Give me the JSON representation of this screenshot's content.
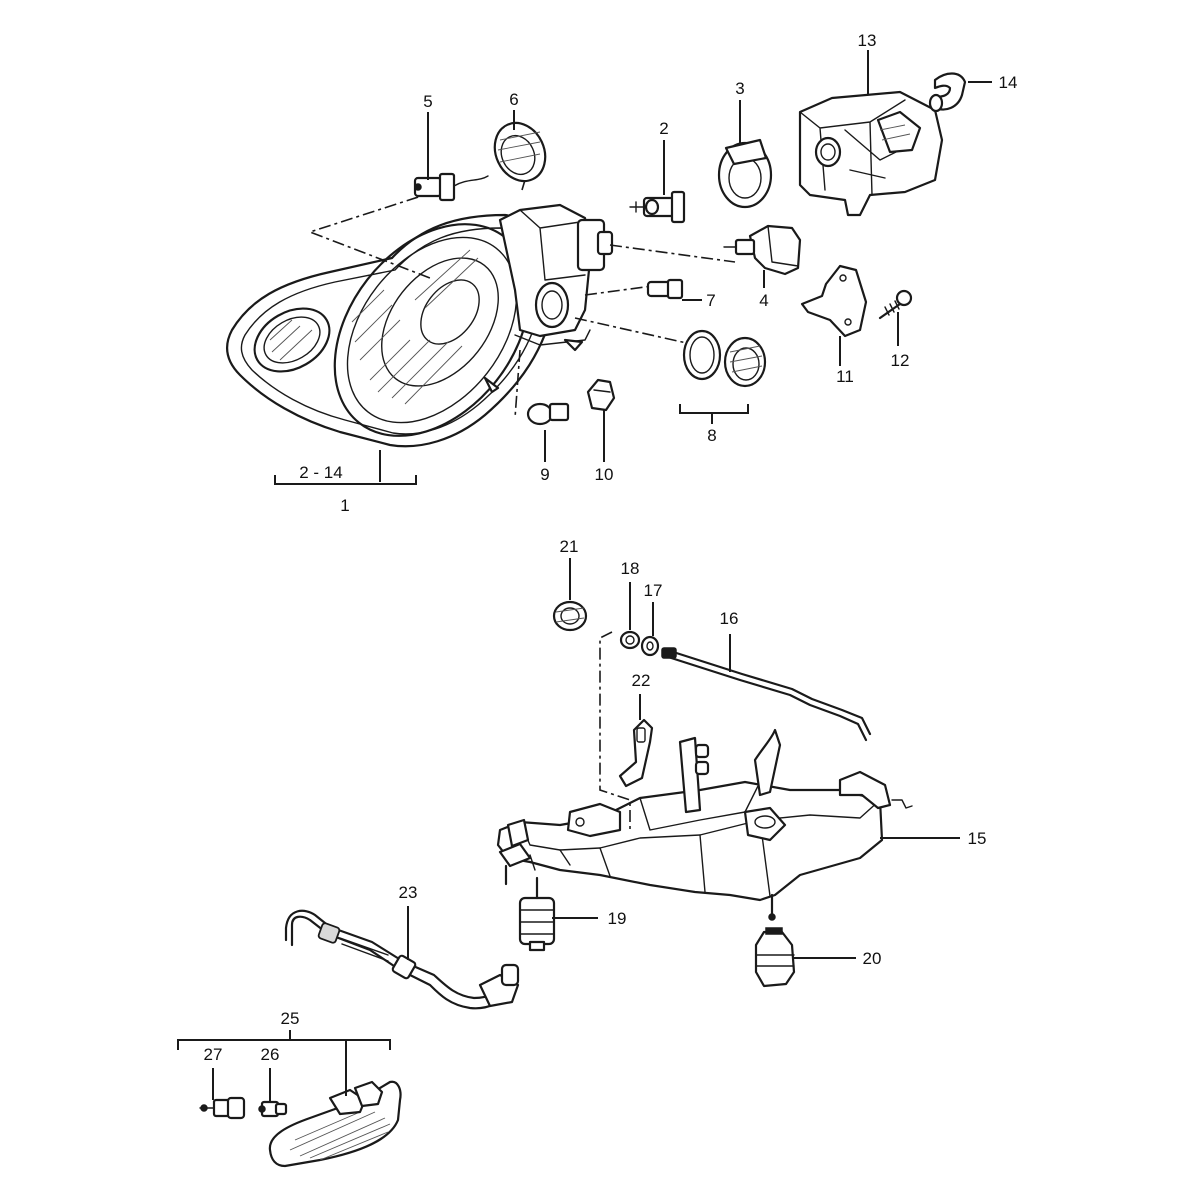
{
  "callouts": {
    "c1": "1",
    "c2_14": "2 - 14",
    "c2": "2",
    "c3": "3",
    "c4": "4",
    "c5": "5",
    "c6": "6",
    "c7": "7",
    "c8": "8",
    "c9": "9",
    "c10": "10",
    "c11": "11",
    "c12": "12",
    "c13": "13",
    "c14": "14",
    "c15": "15",
    "c16": "16",
    "c17": "17",
    "c18": "18",
    "c19": "19",
    "c20": "20",
    "c21": "21",
    "c22": "22",
    "c23": "23",
    "c25": "25",
    "c26": "26",
    "c27": "27"
  }
}
